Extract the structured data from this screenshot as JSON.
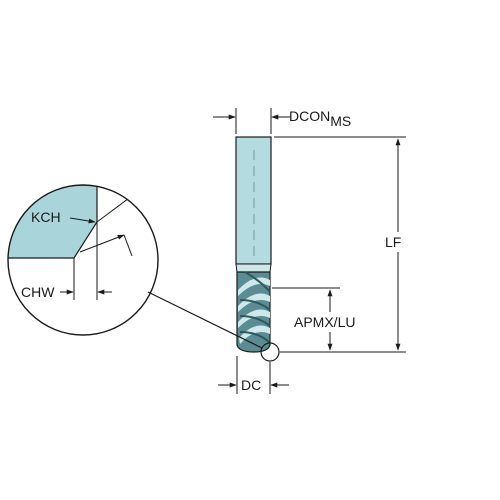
{
  "labels": {
    "dcon": "DCON",
    "dcon_sub": "MS",
    "lf": "LF",
    "apmx_lu": "APMX/LU",
    "dc": "DC",
    "kch": "KCH",
    "chw": "CHW"
  },
  "colors": {
    "tool_fill": "#b3dbe0",
    "tool_dark": "#3f6f77",
    "detail_fill": "#a9d4d9",
    "line": "#1a1a1a"
  }
}
